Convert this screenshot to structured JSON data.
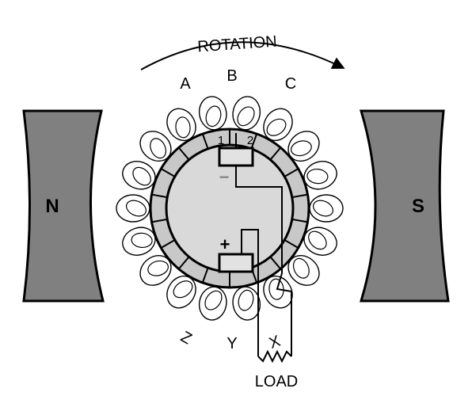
{
  "title": "ROTATION",
  "poles": {
    "north": "N",
    "south": "S"
  },
  "coil_labels": {
    "a": "A",
    "b": "B",
    "c": "C",
    "x": "X",
    "y": "Y",
    "z": "Z"
  },
  "segments": {
    "one": "1",
    "two": "2"
  },
  "brushes": {
    "negative": "−",
    "positive": "+"
  },
  "load_label": "LOAD",
  "colors": {
    "pole": "#808080",
    "ring": "#c8c8c8",
    "core": "#d9d9d9",
    "brush": "#e2e2e2",
    "ink": "#000000",
    "negative": "#888888"
  }
}
